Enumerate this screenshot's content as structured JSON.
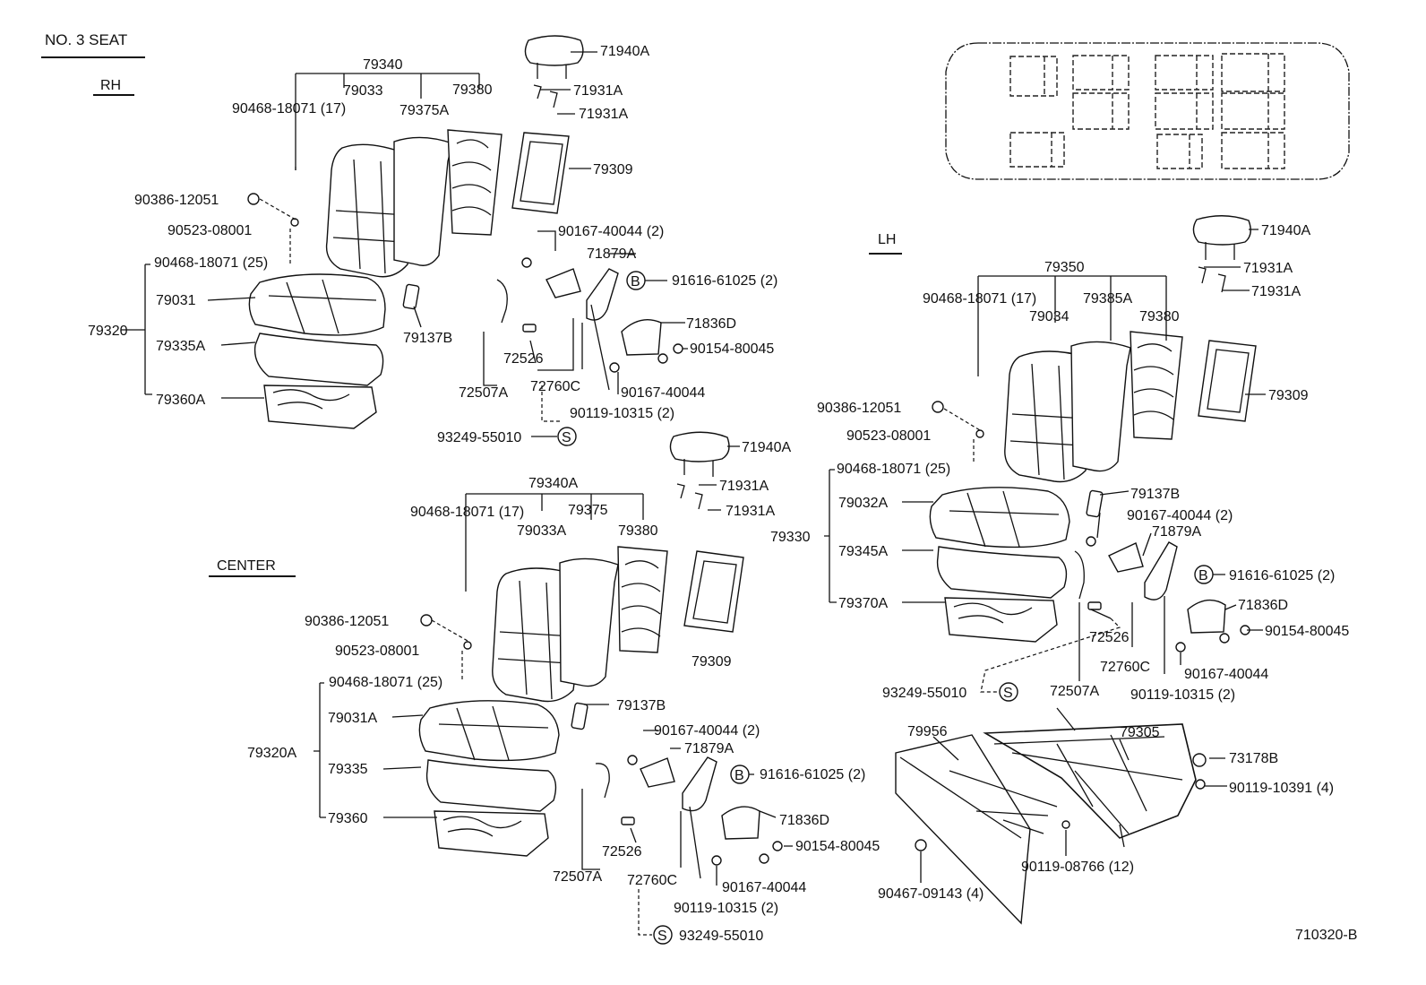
{
  "header": {
    "title": "NO. 3  SEAT",
    "code": "710320-B"
  },
  "sections": {
    "rh": "RH",
    "lh": "LH",
    "center": "CENTER"
  },
  "markers": {
    "b": "B",
    "s": "S"
  },
  "rh": {
    "l79340": "79340",
    "l79033": "79033",
    "l79380": "79380",
    "l79375A": "79375A",
    "l90468_17": "90468-18071 (17)",
    "l90386": "90386-12051",
    "l90523": "90523-08001",
    "l90468_25": "90468-18071 (25)",
    "l79031": "79031",
    "l79320": "79320",
    "l79335A": "79335A",
    "l79360A": "79360A",
    "l79137B": "79137B",
    "l71940A": "71940A",
    "l71931A_1": "71931A",
    "l71931A_2": "71931A",
    "l79309": "79309",
    "l90167a": "90167-40044 (2)",
    "l71879A": "71879A",
    "l91616": "91616-61025 (2)",
    "l71836D": "71836D",
    "l90154": "90154-80045",
    "l72526": "72526",
    "l72507A": "72507A",
    "l72760C": "72760C",
    "l90167b": "90167-40044",
    "l90119": "90119-10315 (2)",
    "l93249": "93249-55010"
  },
  "center": {
    "l79340A": "79340A",
    "l90468_17": "90468-18071 (17)",
    "l79375": "79375",
    "l79033A": "79033A",
    "l79380": "79380",
    "l71940A": "71940A",
    "l71931A_1": "71931A",
    "l71931A_2": "71931A",
    "l79309": "79309",
    "l90386": "90386-12051",
    "l90523": "90523-08001",
    "l90468_25": "90468-18071 (25)",
    "l79031A": "79031A",
    "l79320A": "79320A",
    "l79335": "79335",
    "l79360": "79360",
    "l79137B": "79137B",
    "l90167a": "90167-40044 (2)",
    "l71879A": "71879A",
    "l91616": "91616-61025 (2)",
    "l71836D": "71836D",
    "l90154": "90154-80045",
    "l72526": "72526",
    "l72507A": "72507A",
    "l72760C": "72760C",
    "l90167b": "90167-40044",
    "l90119": "90119-10315 (2)",
    "l93249": "93249-55010"
  },
  "lh": {
    "l71940A": "71940A",
    "l71931A_1": "71931A",
    "l71931A_2": "71931A",
    "l79350": "79350",
    "l90468_17": "90468-18071 (17)",
    "l79385A": "79385A",
    "l79034": "79034",
    "l79380": "79380",
    "l79309": "79309",
    "l90386": "90386-12051",
    "l90523": "90523-08001",
    "l90468_25": "90468-18071 (25)",
    "l79137B": "79137B",
    "l79032A": "79032A",
    "l90167a": "90167-40044 (2)",
    "l79330": "79330",
    "l79345A": "79345A",
    "l71879A": "71879A",
    "l91616": "91616-61025 (2)",
    "l79370A": "79370A",
    "l71836D": "71836D",
    "l90154": "90154-80045",
    "l72526": "72526",
    "l72760C": "72760C",
    "l90167b": "90167-40044",
    "l93249": "93249-55010",
    "l72507A": "72507A",
    "l90119": "90119-10315 (2)"
  },
  "frame": {
    "l79956": "79956",
    "l79305": "79305",
    "l73178B": "73178B",
    "l90119_10391": "90119-10391 (4)",
    "l90119_08766": "90119-08766 (12)",
    "l90467": "90467-09143 (4)"
  }
}
